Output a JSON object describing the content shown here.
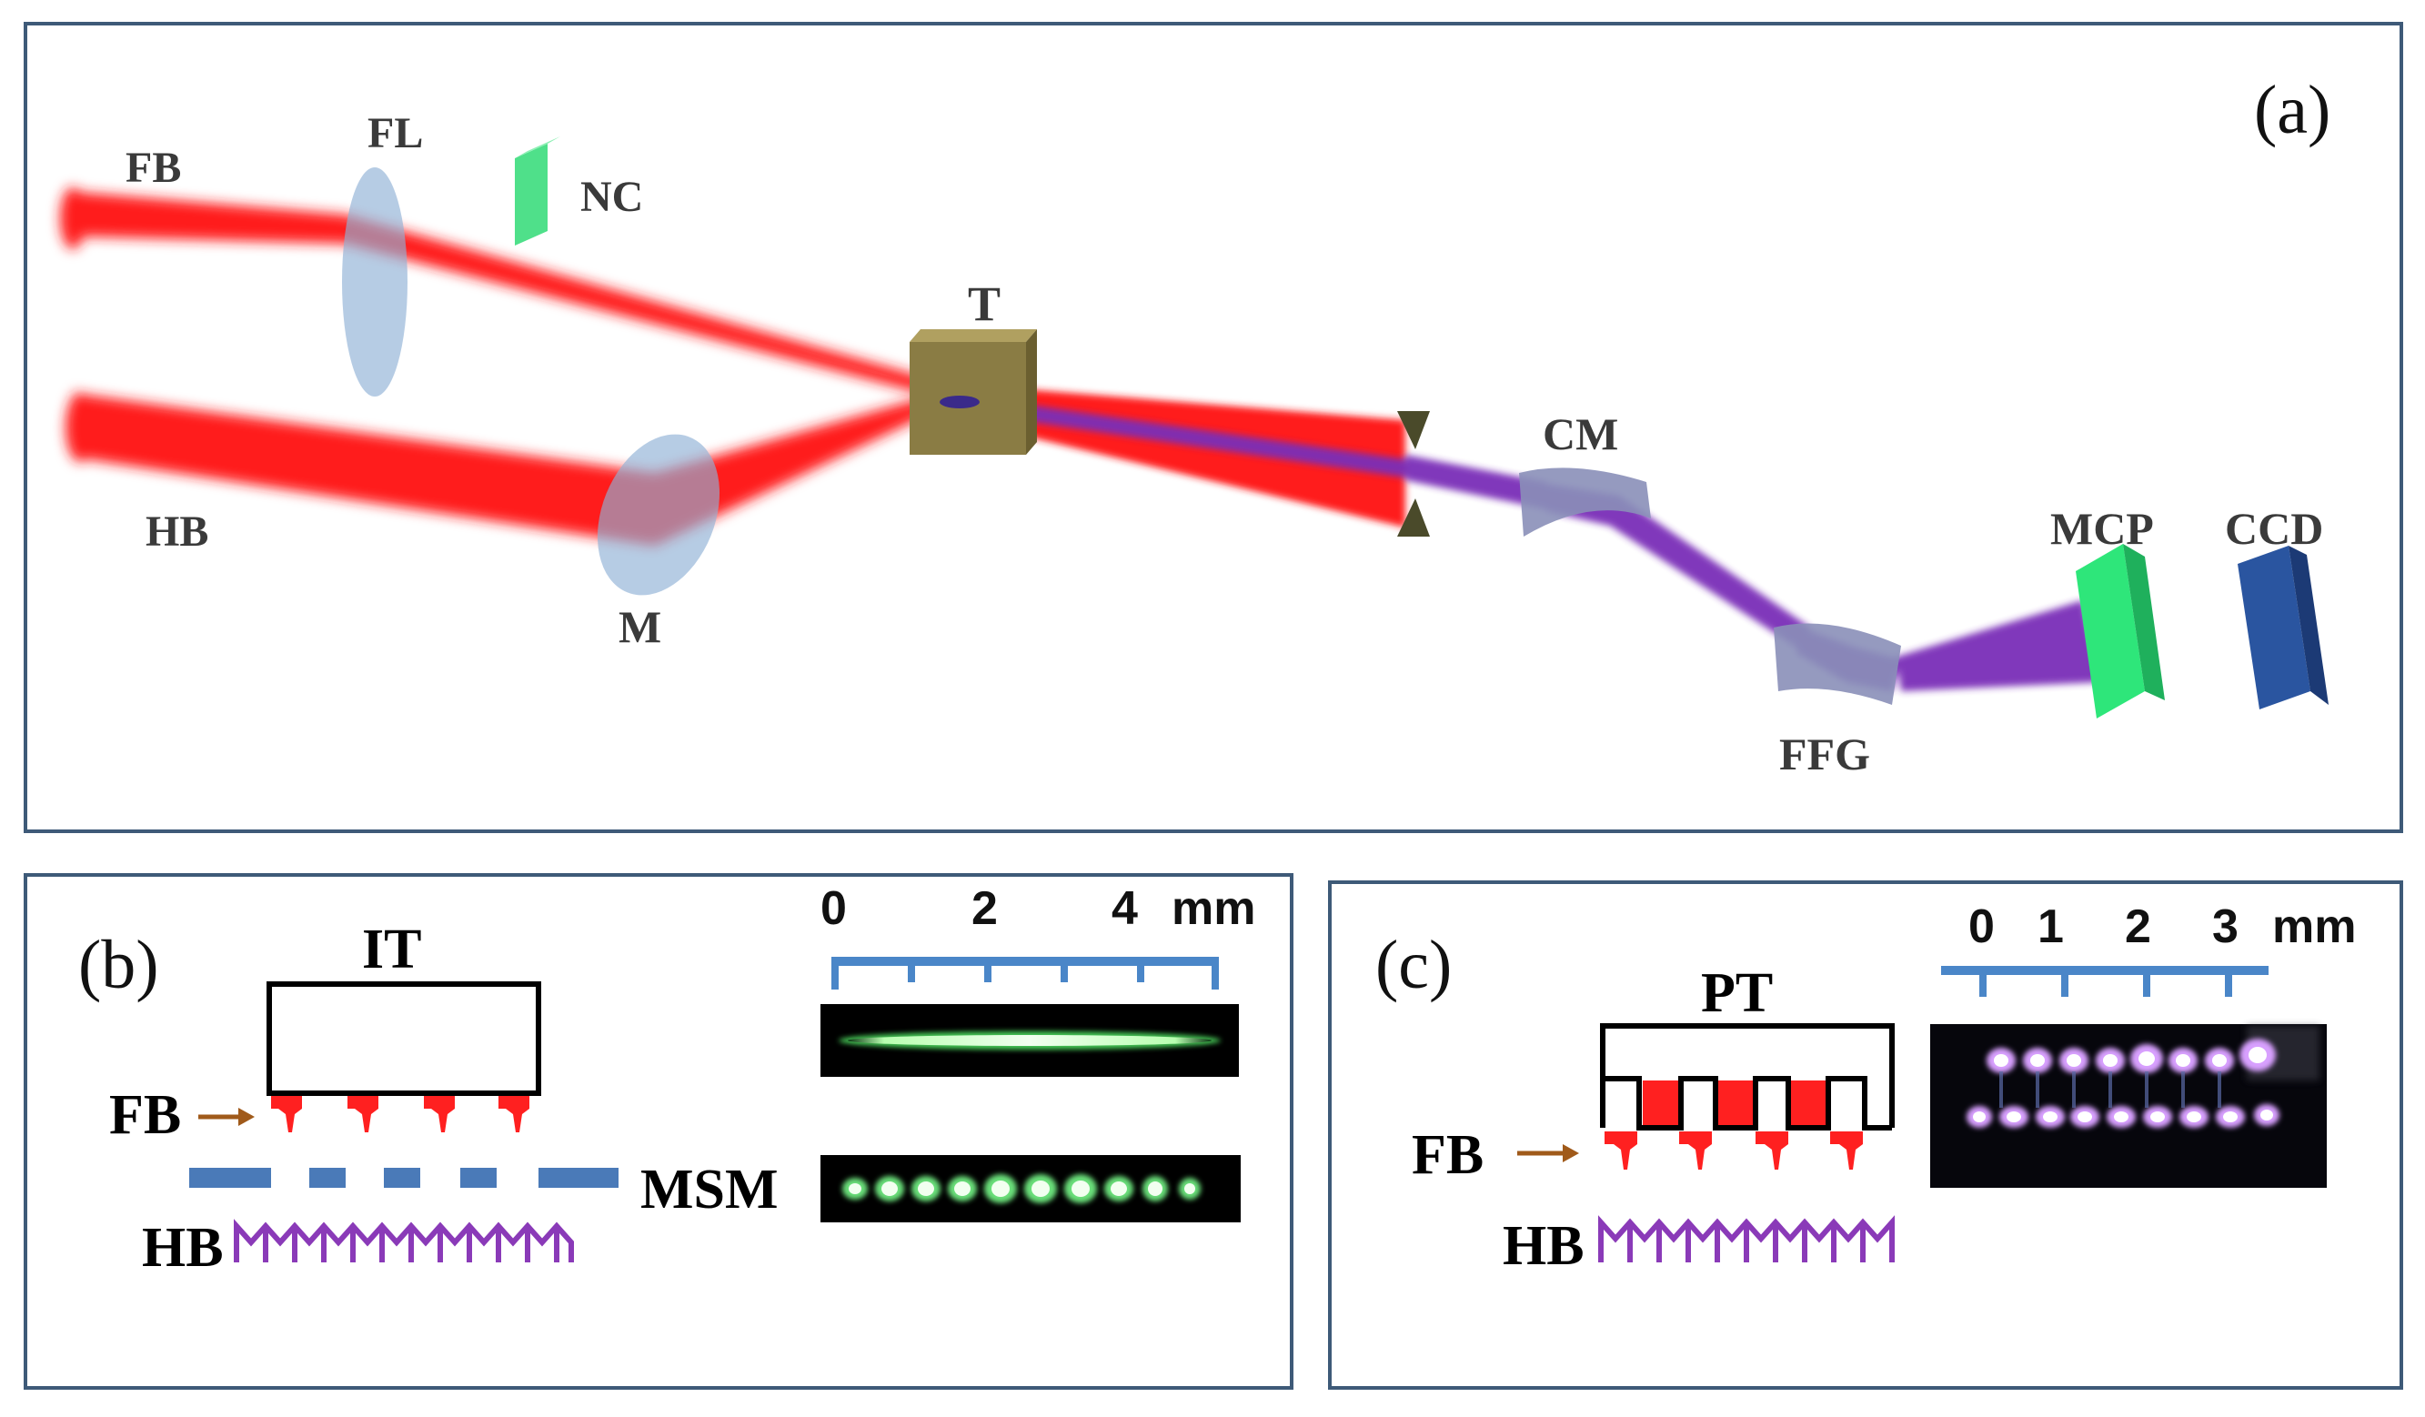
{
  "panel_a": {
    "tag": "(a)",
    "labels": {
      "fb": "FB",
      "hb": "HB",
      "fl": "FL",
      "nc": "NC",
      "t": "T",
      "m": "M",
      "cm": "CM",
      "mcp": "MCP",
      "ccd": "CCD",
      "ffg": "FFG"
    }
  },
  "panel_b": {
    "tag": "(b)",
    "target": "IT",
    "fb": "FB",
    "hb": "HB",
    "msm": "MSM",
    "scale": {
      "ticks": [
        "0",
        "2",
        "4"
      ],
      "unit": "mm"
    }
  },
  "panel_c": {
    "tag": "(c)",
    "target": "PT",
    "fb": "FB",
    "hb": "HB",
    "scale": {
      "ticks": [
        "0",
        "1",
        "2",
        "3"
      ],
      "unit": "mm"
    }
  },
  "colors": {
    "laser": "#ff1a1a",
    "xuv": "#7a2fb8",
    "frame": "#3e5a78",
    "scale_bar": "#4a86c8",
    "mcp": "#2ee67a",
    "ccd": "#2a55a0",
    "nc": "#4fe08a"
  }
}
